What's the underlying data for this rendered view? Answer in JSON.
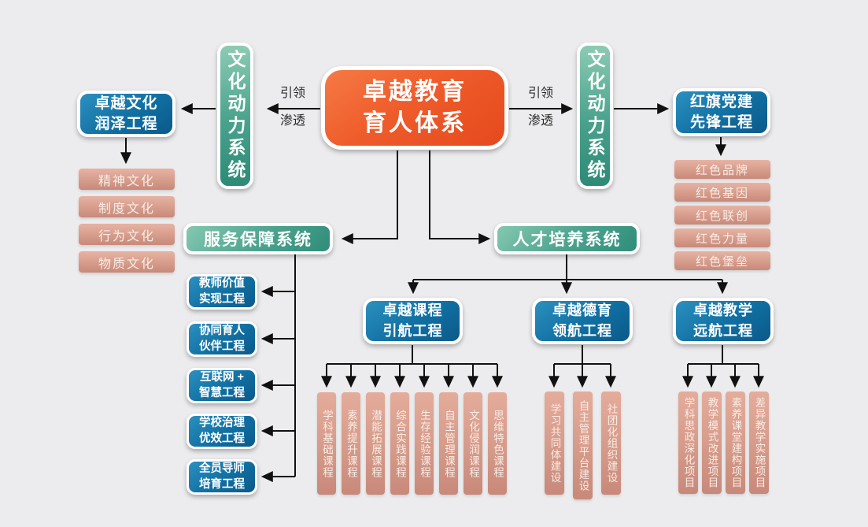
{
  "root": {
    "title_line1": "卓越教育",
    "title_line2": "育人体系"
  },
  "lead_label": {
    "line1": "引领",
    "line2": "渗透"
  },
  "culture_left": {
    "system_label": "文化动力系统",
    "project_line1": "卓越文化",
    "project_line2": "润泽工程",
    "items": [
      "精神文化",
      "制度文化",
      "行为文化",
      "物质文化"
    ]
  },
  "culture_right": {
    "system_label": "文化动力系统",
    "project_line1": "红旗党建",
    "project_line2": "先锋工程",
    "items": [
      "红色品牌",
      "红色基因",
      "红色联创",
      "红色力量",
      "红色堡垒"
    ]
  },
  "service": {
    "title": "服务保障系统",
    "projects": [
      {
        "line1": "教师价值",
        "line2": "实现工程"
      },
      {
        "line1": "协同育人",
        "line2": "伙伴工程"
      },
      {
        "line1": "互联网 +",
        "line2": "智慧工程"
      },
      {
        "line1": "学校治理",
        "line2": "优效工程"
      },
      {
        "line1": "全员导师",
        "line2": "培育工程"
      }
    ]
  },
  "talent": {
    "title": "人才培养系统",
    "programs": [
      {
        "line1": "卓越课程",
        "line2": "引航工程",
        "items": [
          "学科基础课程",
          "素养提升课程",
          "潜能拓展课程",
          "综合实践课程",
          "生存经验课程",
          "自主管理课程",
          "文化侵润课程",
          "思维特色课程"
        ]
      },
      {
        "line1": "卓越德育",
        "line2": "领航工程",
        "items": [
          "学习共同体建设",
          "自主管理平台建设",
          "社团化组织建设"
        ]
      },
      {
        "line1": "卓越教学",
        "line2": "远航工程",
        "items": [
          "学科思政深化项目",
          "教学模式改进项目",
          "素养课堂建构项目",
          "差异教学实施项目"
        ]
      }
    ]
  },
  "colors": {
    "background": "#ececee",
    "accent_orange": "#ef5c2b",
    "teal": "#3a9481",
    "blue": "#0e6b9e",
    "salmon": "#d79c8b",
    "arrow": "#111111"
  }
}
